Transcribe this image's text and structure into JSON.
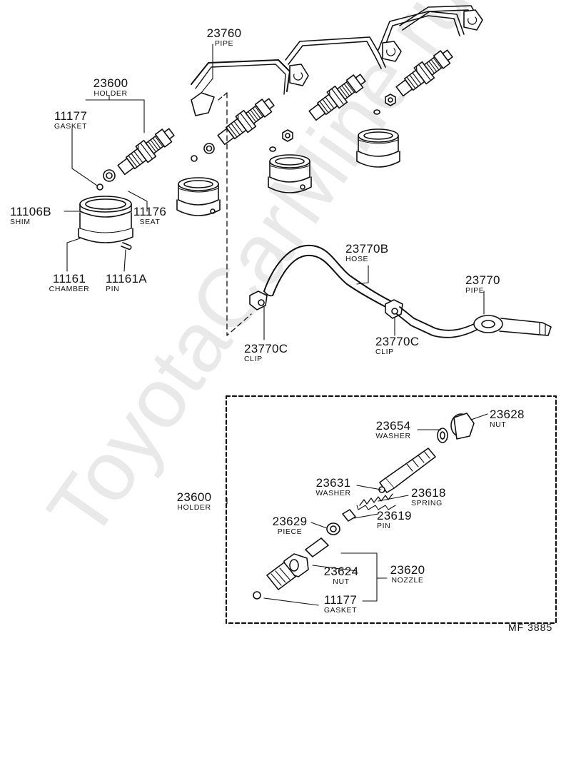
{
  "watermark": "ToyotaCarMine.ru",
  "figure_code": "MF 3885",
  "parts": {
    "p23760": {
      "num": "23760",
      "name": "PIPE"
    },
    "p23600a": {
      "num": "23600",
      "name": "HOLDER"
    },
    "p11177a": {
      "num": "11177",
      "name": "GASKET"
    },
    "p11106b": {
      "num": "11106B",
      "name": "SHIM"
    },
    "p11176": {
      "num": "11176",
      "name": "SEAT"
    },
    "p11161": {
      "num": "11161",
      "name": "CHAMBER"
    },
    "p11161a": {
      "num": "11161A",
      "name": "PIN"
    },
    "p23770b": {
      "num": "23770B",
      "name": "HOSE"
    },
    "p23770": {
      "num": "23770",
      "name": "PIPE"
    },
    "p23770c1": {
      "num": "23770C",
      "name": "CLIP"
    },
    "p23770c2": {
      "num": "23770C",
      "name": "CLIP"
    },
    "p23654": {
      "num": "23654",
      "name": "WASHER"
    },
    "p23628": {
      "num": "23628",
      "name": "NUT"
    },
    "p23631": {
      "num": "23631",
      "name": "WASHER"
    },
    "p23618": {
      "num": "23618",
      "name": "SPRING"
    },
    "p23629": {
      "num": "23629",
      "name": "PIECE"
    },
    "p23619": {
      "num": "23619",
      "name": "PIN"
    },
    "p23600b": {
      "num": "23600",
      "name": "HOLDER"
    },
    "p23624": {
      "num": "23624",
      "name": "NUT"
    },
    "p23620": {
      "num": "23620",
      "name": "NOZZLE"
    },
    "p11177b": {
      "num": "11177",
      "name": "GASKET"
    }
  }
}
